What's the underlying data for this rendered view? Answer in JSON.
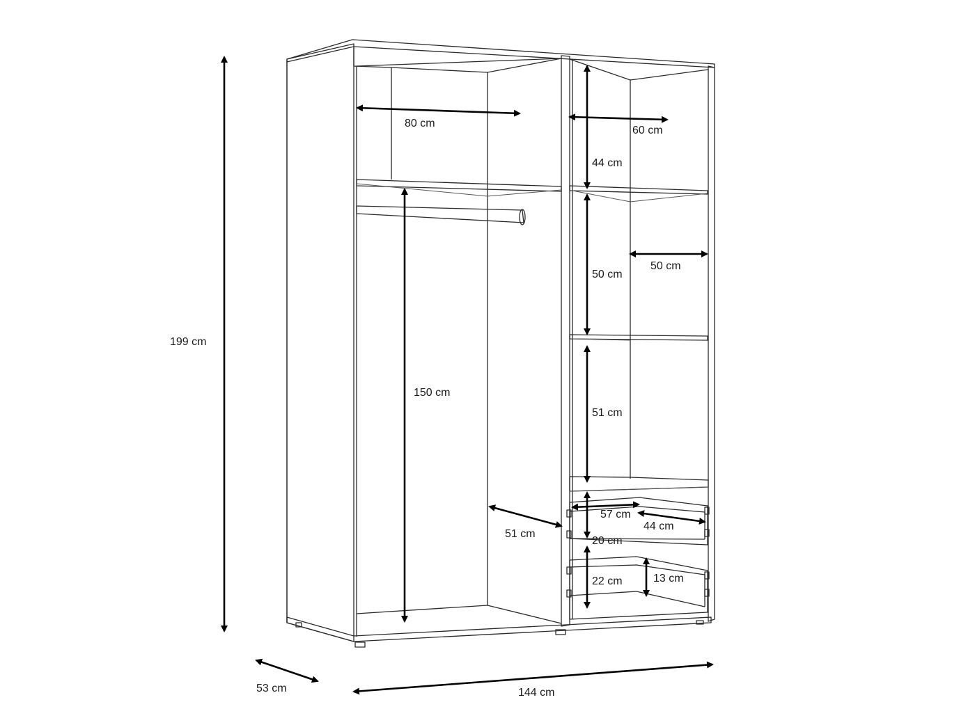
{
  "dimensions": {
    "height_total": "199 cm",
    "depth_total": "53 cm",
    "width_total": "144 cm",
    "left_width": "80 cm",
    "hanging_height": "150 cm",
    "inner_depth": "51 cm",
    "right_width": "60 cm",
    "shelf1_height": "44 cm",
    "shelf2_height": "50 cm",
    "shelf_depth": "50 cm",
    "shelf3_height": "51 cm",
    "drawer_width": "57 cm",
    "drawer_depth": "44 cm",
    "drawer1_height": "20 cm",
    "drawer2_height": "22 cm",
    "drawer_inner_height": "13 cm"
  }
}
